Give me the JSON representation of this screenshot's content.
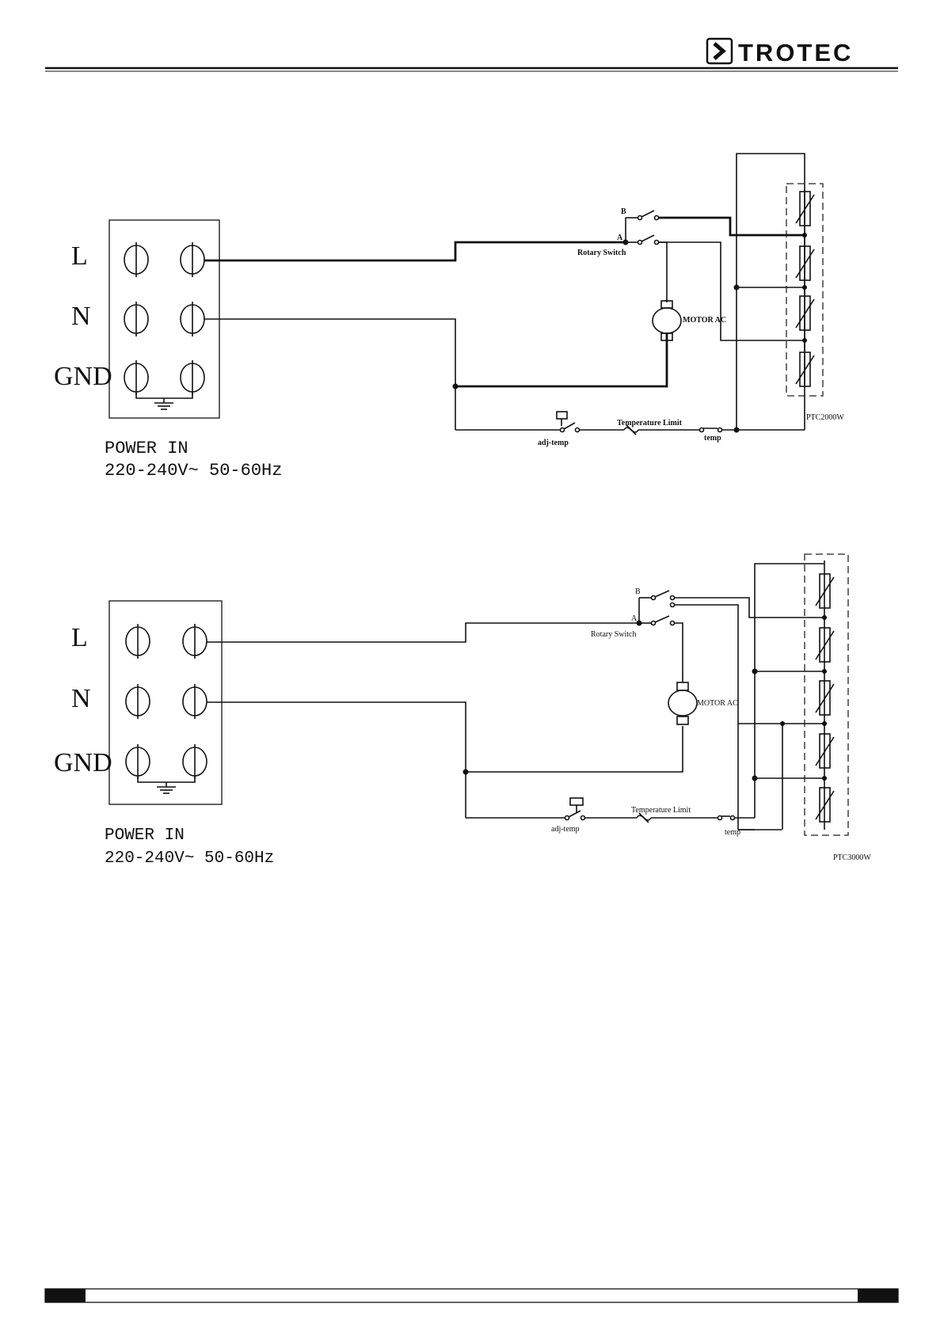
{
  "header": {
    "logo_text": "TROTEC",
    "logo_icon": "chevron-right-icon"
  },
  "diagram1": {
    "terminal_labels": [
      "L",
      "N",
      "GND"
    ],
    "power_in": "POWER IN",
    "voltage": "220-240V~ 50-60Hz",
    "switch_b": "B",
    "switch_a": "A",
    "rotary_switch": "Rotary Switch",
    "motor": "MOTOR AC",
    "temperature_limit": "Temperature Limit",
    "adj_temp": "adj-temp",
    "temp": "temp",
    "heater": "PTC2000W"
  },
  "diagram2": {
    "terminal_labels": [
      "L",
      "N",
      "GND"
    ],
    "power_in": "POWER IN",
    "voltage": "220-240V~ 50-60Hz",
    "switch_b": "B",
    "switch_a": "A",
    "rotary_switch": "Rotary Switch",
    "motor": "MOTOR AC",
    "temperature_limit": "Temperature Limit",
    "adj_temp": "adj-temp",
    "temp": "temp",
    "heater": "PTC3000W"
  }
}
